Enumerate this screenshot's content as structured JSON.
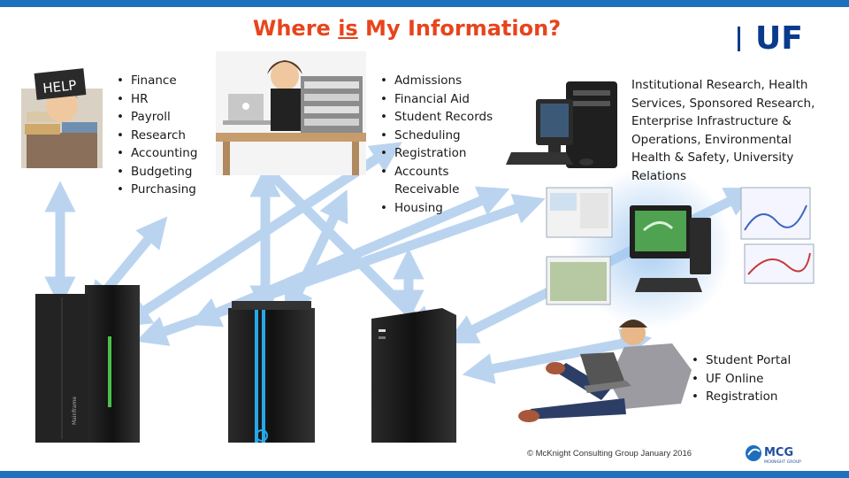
{
  "title": {
    "prefix": "Where ",
    "emph": "is",
    "suffix": " My Information?"
  },
  "logo_text": "UF",
  "admin_list": [
    "Finance",
    "HR",
    "Payroll",
    "Research",
    "Accounting",
    "Budgeting",
    "Purchasing"
  ],
  "student_list": [
    "Admissions",
    "Financial Aid",
    "Student Records",
    "Scheduling",
    "Registration",
    "Accounts Receivable",
    "Housing"
  ],
  "research_text": "Institutional Research, Health Services, Sponsored Research, Enterprise Infrastructure & Operations, Environmental Health & Safety, University Relations",
  "portal_list": [
    "Student Portal",
    "UF Online",
    "Registration"
  ],
  "help_sign": "HELP",
  "footer": "© McKnight Consulting Group January 2016",
  "mcg_logo": {
    "name": "MCG",
    "tagline": "MCKNIGHT GROUP"
  },
  "colors": {
    "title": "#e8441c",
    "bar": "#1f6fbf",
    "uf_blue": "#0a3a8c",
    "arrow": "#b7d2f0"
  }
}
